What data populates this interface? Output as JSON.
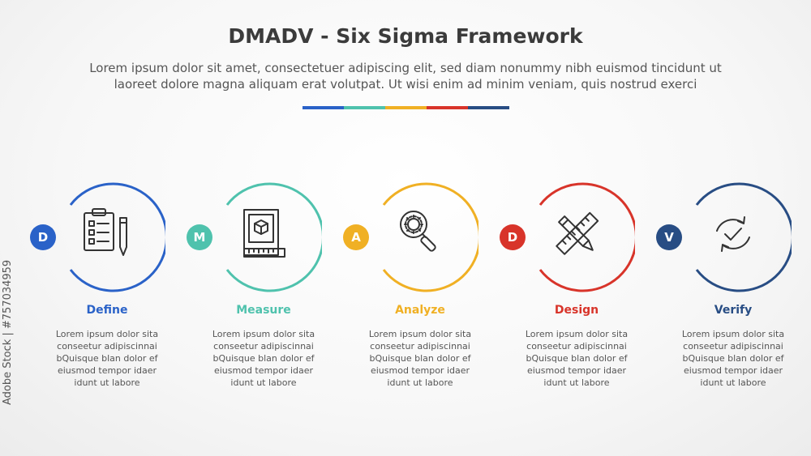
{
  "title": "DMADV - Six Sigma Framework",
  "subtitle_line1": "Lorem ipsum dolor sit amet, consectetuer adipiscing elit, sed diam nonummy nibh euismod tincidunt ut",
  "subtitle_line2": "laoreet dolore magna aliquam erat volutpat. Ut wisi enim ad minim veniam, quis nostrud exerci",
  "divider_colors": [
    "#2a62c8",
    "#4fc2ad",
    "#f0b024",
    "#d8342a",
    "#284d84"
  ],
  "watermark": "Adobe Stock | #757034959",
  "steps": [
    {
      "letter": "D",
      "label": "Define",
      "color": "#2a62c8",
      "icon": "clipboard-checklist-icon",
      "lines": [
        "Lorem ipsum dolor sita",
        "conseetur adipiscinnai",
        "bQuisque blan dolor ef",
        "eiusmod tempor idaer",
        "idunt ut labore"
      ]
    },
    {
      "letter": "M",
      "label": "Measure",
      "color": "#4fc2ad",
      "icon": "blueprint-cube-icon",
      "lines": [
        "Lorem ipsum dolor sita",
        "conseetur adipiscinnai",
        "bQuisque blan dolor ef",
        "eiusmod tempor idaer",
        "idunt ut labore"
      ]
    },
    {
      "letter": "A",
      "label": "Analyze",
      "color": "#f0b024",
      "icon": "gear-magnifier-icon",
      "lines": [
        "Lorem ipsum dolor sita",
        "conseetur adipiscinnai",
        "bQuisque blan dolor ef",
        "eiusmod tempor idaer",
        "idunt ut labore"
      ]
    },
    {
      "letter": "D",
      "label": "Design",
      "color": "#d8342a",
      "icon": "pencil-ruler-icon",
      "lines": [
        "Lorem ipsum dolor sita",
        "conseetur adipiscinnai",
        "bQuisque blan dolor ef",
        "eiusmod tempor idaer",
        "idunt ut labore"
      ]
    },
    {
      "letter": "V",
      "label": "Verify",
      "color": "#284d84",
      "icon": "check-cycle-icon",
      "lines": [
        "Lorem ipsum dolor sita",
        "conseetur adipiscinnai",
        "bQuisque blan dolor ef",
        "eiusmod tempor idaer",
        "idunt ut labore"
      ]
    }
  ]
}
